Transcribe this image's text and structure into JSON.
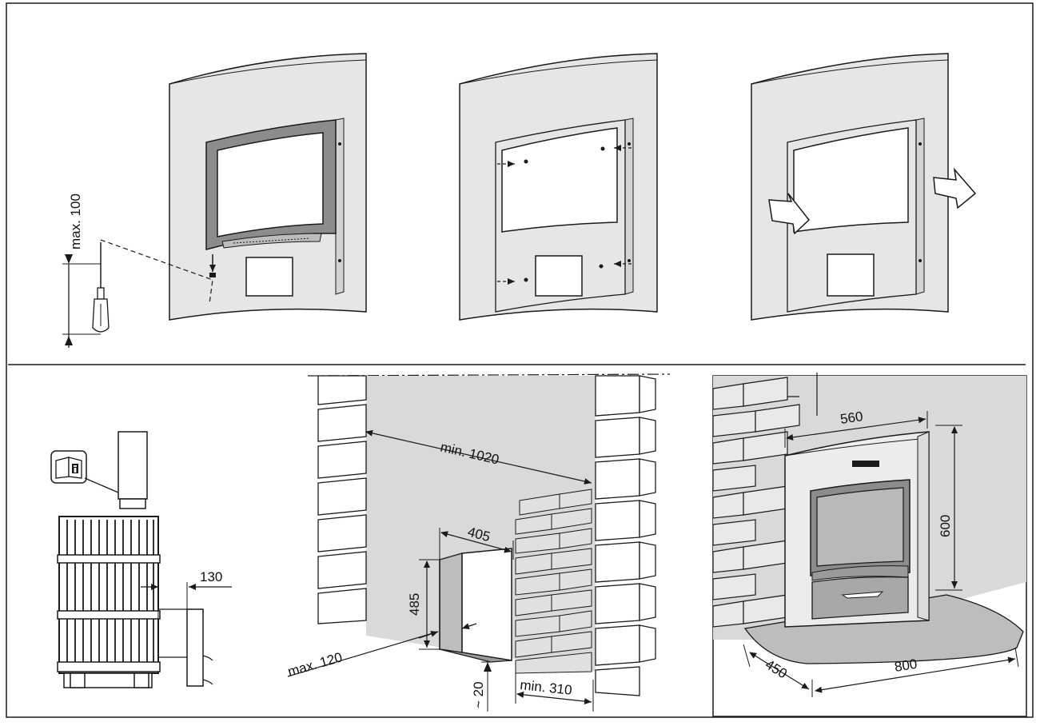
{
  "colors": {
    "outline": "#1a1a1a",
    "panel": "#e6e6e6",
    "wall": "#d9d9d9",
    "frame": "#8c8c8c",
    "floor_plate": "#bdbdbd",
    "arrow_fill": "#ffffff"
  },
  "icons": {
    "screwdriver": "screwdriver-icon",
    "manual": "info-manual-icon",
    "arrow_hollow": "hollow-arrow-icon"
  },
  "steps_top": {
    "step1_dimension": "max. 100"
  },
  "bottom": {
    "stove": {
      "clearance_label": "130"
    },
    "wall": {
      "width_label": "min. 1020",
      "opening_width_label": "405",
      "opening_height_label": "485",
      "depth_label": "max. 120",
      "bottom_gap_label": "~ 20",
      "side_label": "min. 310"
    },
    "result": {
      "panel_width_label": "560",
      "panel_height_label": "600",
      "plate_depth_label": "450",
      "plate_width_label": "800"
    }
  }
}
